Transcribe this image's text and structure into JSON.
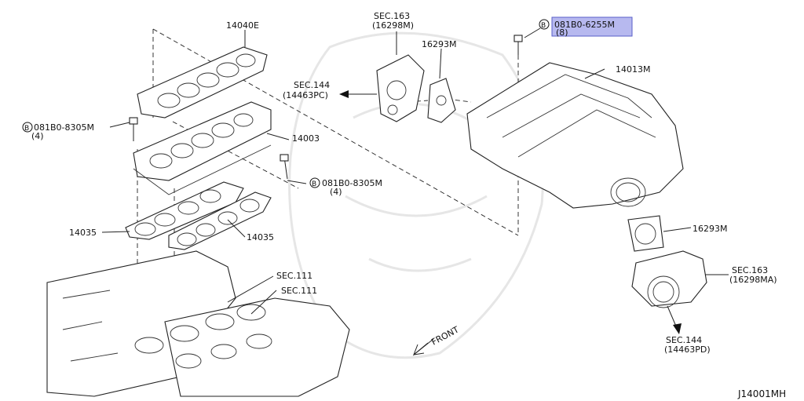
{
  "diagram_code": "J14001MH",
  "front_label": "FRONT",
  "callouts": {
    "gasket_top": "14040E",
    "bolt_top_left": {
      "prefix": "B",
      "part": "081B0-8305M",
      "qty": "(4)"
    },
    "manifold_lower": "14003",
    "bolt_mid": {
      "prefix": "B",
      "part": "081B0-8305M",
      "qty": "(4)"
    },
    "gasket_lower_left": "14035",
    "gasket_lower_right": "14035",
    "sec111_a": "SEC.111",
    "sec111_b": "SEC.111",
    "sec163_top": {
      "sec": "SEC.163",
      "ref": "(16298M)"
    },
    "gasket_16293_top": "16293M",
    "sec144_left": {
      "sec": "SEC.144",
      "ref": "(14463PC)"
    },
    "bolt_top_right": {
      "prefix": "B",
      "part": "081B0-6255M",
      "qty": "(8)"
    },
    "collector": "14013M",
    "gasket_16293_right": "16293M",
    "sec163_right": {
      "sec": "SEC.163",
      "ref": "(16298MA)"
    },
    "sec144_bottom": {
      "sec": "SEC.144",
      "ref": "(14463PD)"
    }
  }
}
